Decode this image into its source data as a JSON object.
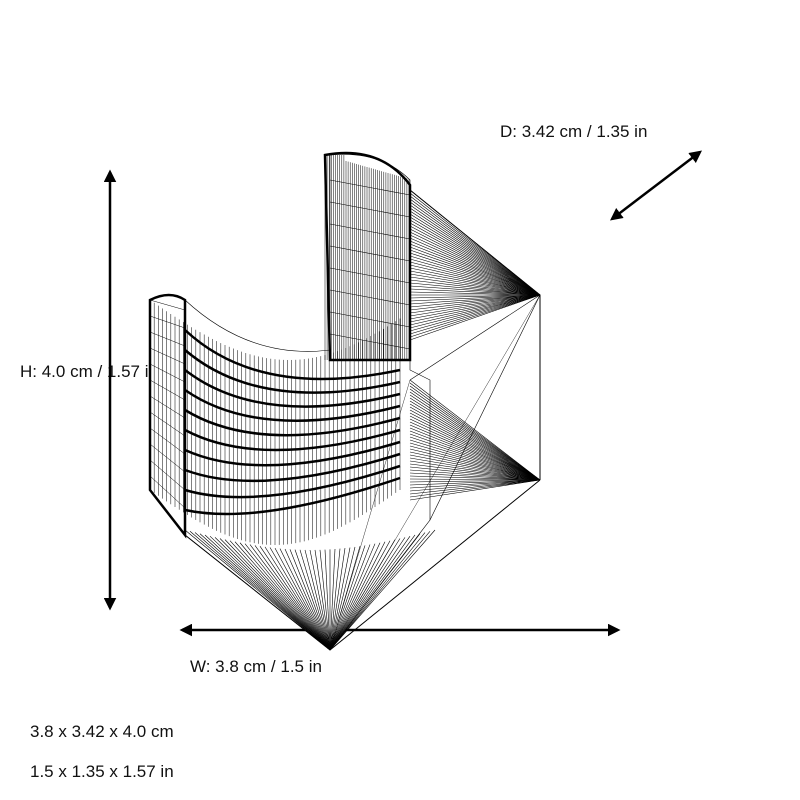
{
  "dimensions": {
    "depth_label": "D: 3.42 cm / 1.35 in",
    "height_label": "H: 4.0 cm / 1.57 in",
    "width_label": "W: 3.8 cm / 1.5 in",
    "summary_cm": "3.8 x 3.42 x 4.0 cm",
    "summary_in": "1.5 x 1.35 x 1.57 in"
  }
}
